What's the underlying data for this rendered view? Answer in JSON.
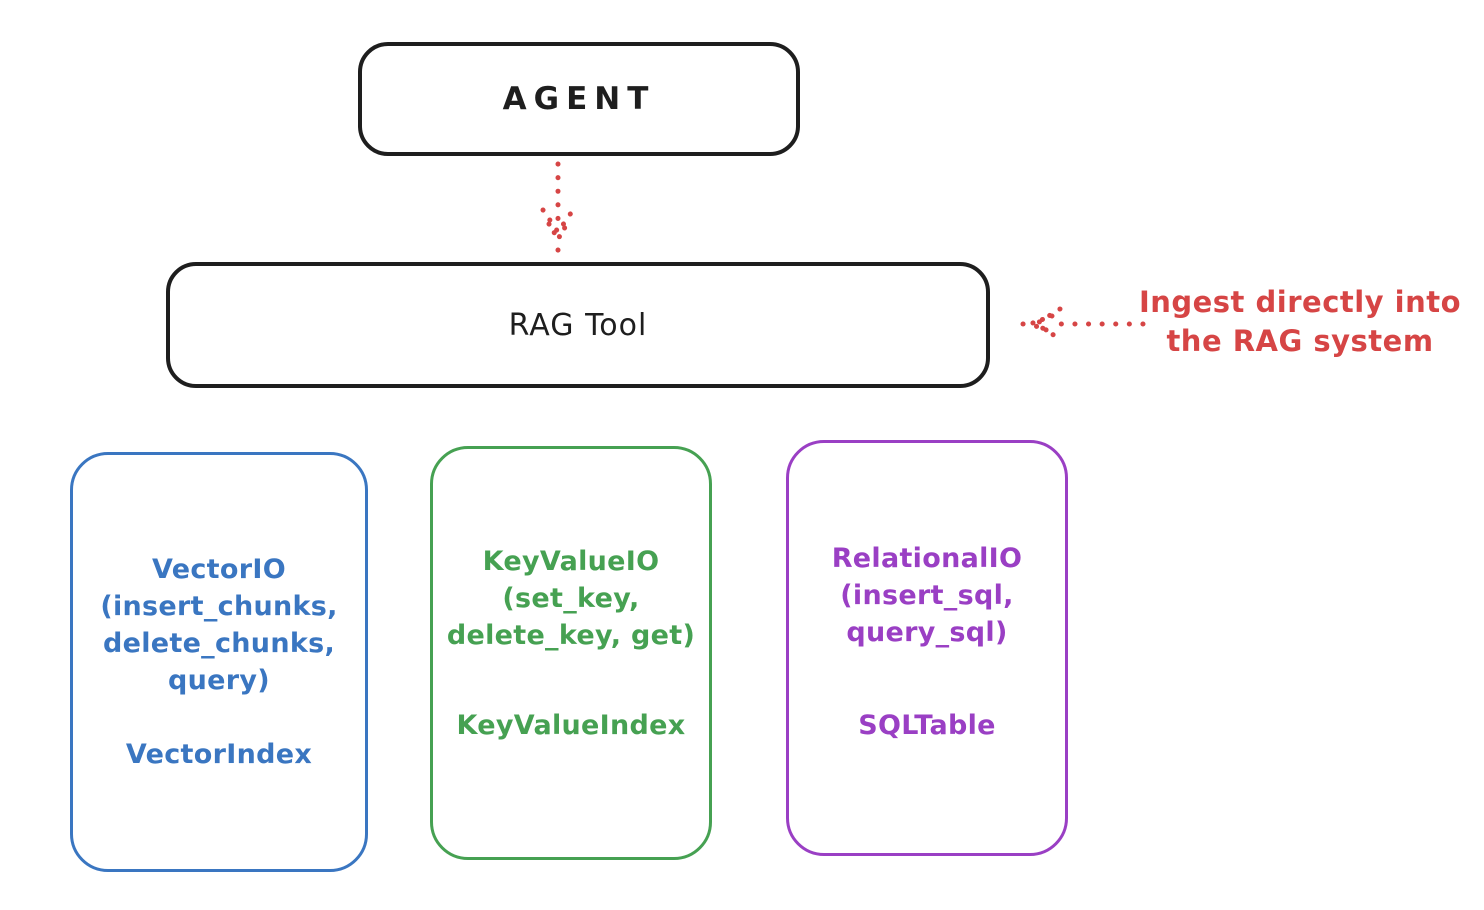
{
  "canvas": {
    "background": "#ffffff"
  },
  "colors": {
    "ink": "#1e1e1e",
    "accent_red": "#d64545",
    "vector_blue": "#3a76c1",
    "keyvalue_green": "#46a152",
    "relational_purple": "#9a3fc4"
  },
  "nodes": {
    "agent": {
      "label": "AGENT"
    },
    "rag_tool": {
      "label": "RAG Tool"
    }
  },
  "annotation": {
    "lines": [
      "Ingest directly into",
      "the RAG system"
    ]
  },
  "arrows": {
    "agent_to_rag": {
      "style": "dotted",
      "color": "#d64545",
      "direction": "down"
    },
    "annotation_to_rag": {
      "style": "dotted",
      "color": "#d64545",
      "direction": "left"
    }
  },
  "stores": [
    {
      "name": "vector-io",
      "color": "#3a76c1",
      "lines": [
        "VectorIO",
        "(insert_chunks,",
        "delete_chunks,",
        "query)"
      ],
      "index_label": "VectorIndex"
    },
    {
      "name": "keyvalue-io",
      "color": "#46a152",
      "lines": [
        "KeyValueIO",
        "(set_key,",
        "delete_key, get)"
      ],
      "index_label": "KeyValueIndex"
    },
    {
      "name": "relational-io",
      "color": "#9a3fc4",
      "lines": [
        "RelationalIO",
        "(insert_sql,",
        "query_sql)"
      ],
      "index_label": "SQLTable"
    }
  ]
}
